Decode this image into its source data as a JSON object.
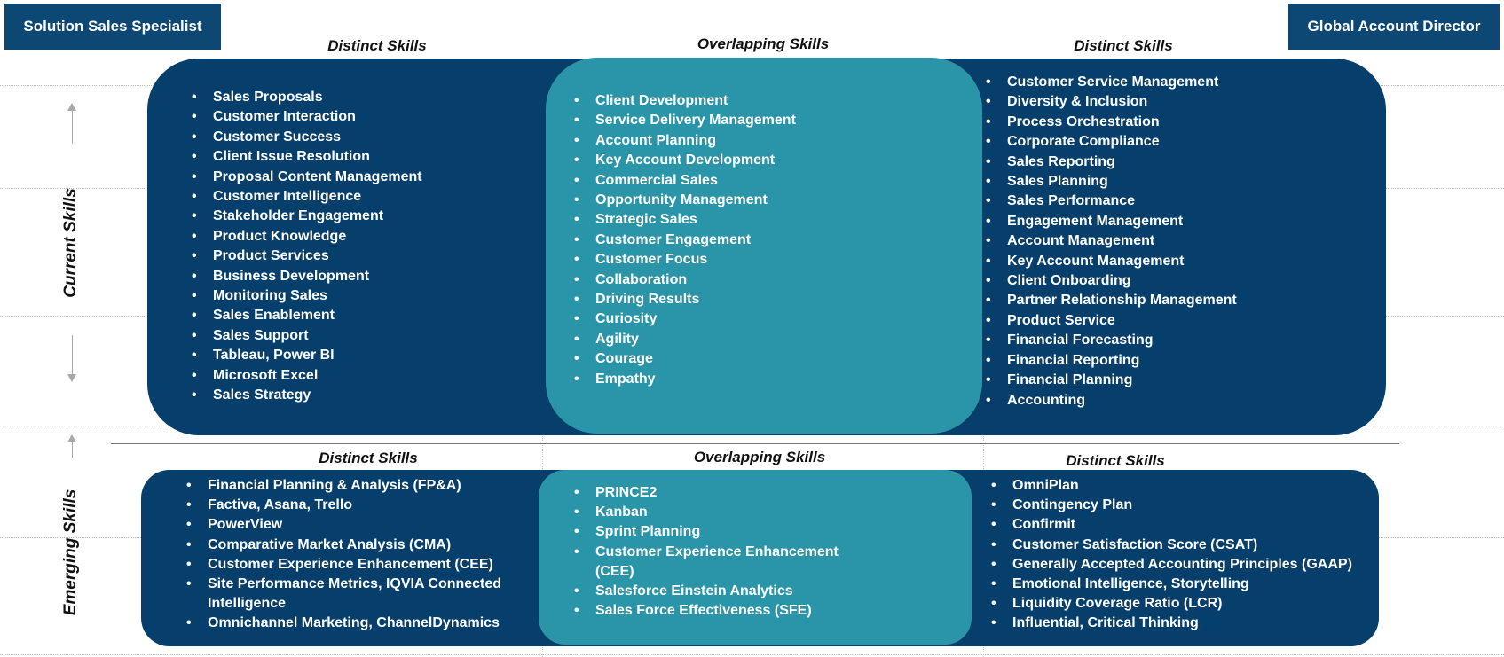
{
  "roles": {
    "left": "Solution Sales Specialist",
    "right": "Global Account Director"
  },
  "side_labels": {
    "current": "Current Skills",
    "emerging": "Emerging Skills"
  },
  "current": {
    "headings": {
      "left": "Distinct Skills",
      "center": "Overlapping Skills",
      "right": "Distinct Skills"
    },
    "left_skills": [
      "Sales Proposals",
      "Customer Interaction",
      "Customer Success",
      "Client Issue Resolution",
      "Proposal Content Management",
      "Customer Intelligence",
      "Stakeholder Engagement",
      "Product Knowledge",
      "Product Services",
      "Business Development",
      "Monitoring Sales",
      "Sales Enablement",
      "Sales Support",
      "Tableau, Power BI",
      "Microsoft Excel",
      "Sales Strategy"
    ],
    "overlap_skills": [
      "Client Development",
      "Service Delivery Management",
      "Account Planning",
      "Key Account Development",
      "Commercial Sales",
      "Opportunity Management",
      "Strategic Sales",
      "Customer Engagement",
      "Customer Focus",
      "Collaboration",
      "Driving Results",
      "Curiosity",
      "Agility",
      "Courage",
      "Empathy"
    ],
    "right_skills": [
      "Customer Service Management",
      "Diversity & Inclusion",
      "Process Orchestration",
      "Corporate Compliance",
      "Sales Reporting",
      "Sales Planning",
      "Sales Performance",
      "Engagement Management",
      "Account Management",
      "Key Account Management",
      "Client Onboarding",
      "Partner Relationship Management",
      "Product Service",
      "Financial Forecasting",
      "Financial Reporting",
      "Financial Planning",
      "Accounting"
    ]
  },
  "emerging": {
    "headings": {
      "left": "Distinct Skills",
      "center": "Overlapping Skills",
      "right": "Distinct Skills"
    },
    "left_skills": [
      "Financial Planning & Analysis (FP&A)",
      "Factiva, Asana, Trello",
      "PowerView",
      "Comparative Market Analysis (CMA)",
      "Customer Experience Enhancement (CEE)",
      "Site Performance Metrics, IQVIA Connected Intelligence",
      "Omnichannel Marketing, ChannelDynamics"
    ],
    "overlap_skills": [
      "PRINCE2",
      "Kanban",
      "Sprint Planning",
      "Customer Experience Enhancement (CEE)",
      "Salesforce Einstein Analytics",
      "Sales Force Effectiveness (SFE)"
    ],
    "right_skills": [
      "OmniPlan",
      "Contingency Plan",
      "Confirmit",
      "Customer Satisfaction Score (CSAT)",
      "Generally Accepted Accounting Principles (GAAP)",
      "Emotional Intelligence, Storytelling",
      "Liquidity Coverage Ratio (LCR)",
      "Influential, Critical Thinking"
    ]
  },
  "colors": {
    "role_box": "#0d4773",
    "skill_box": "#063f6b",
    "overlap_box": "#2a95a8"
  }
}
